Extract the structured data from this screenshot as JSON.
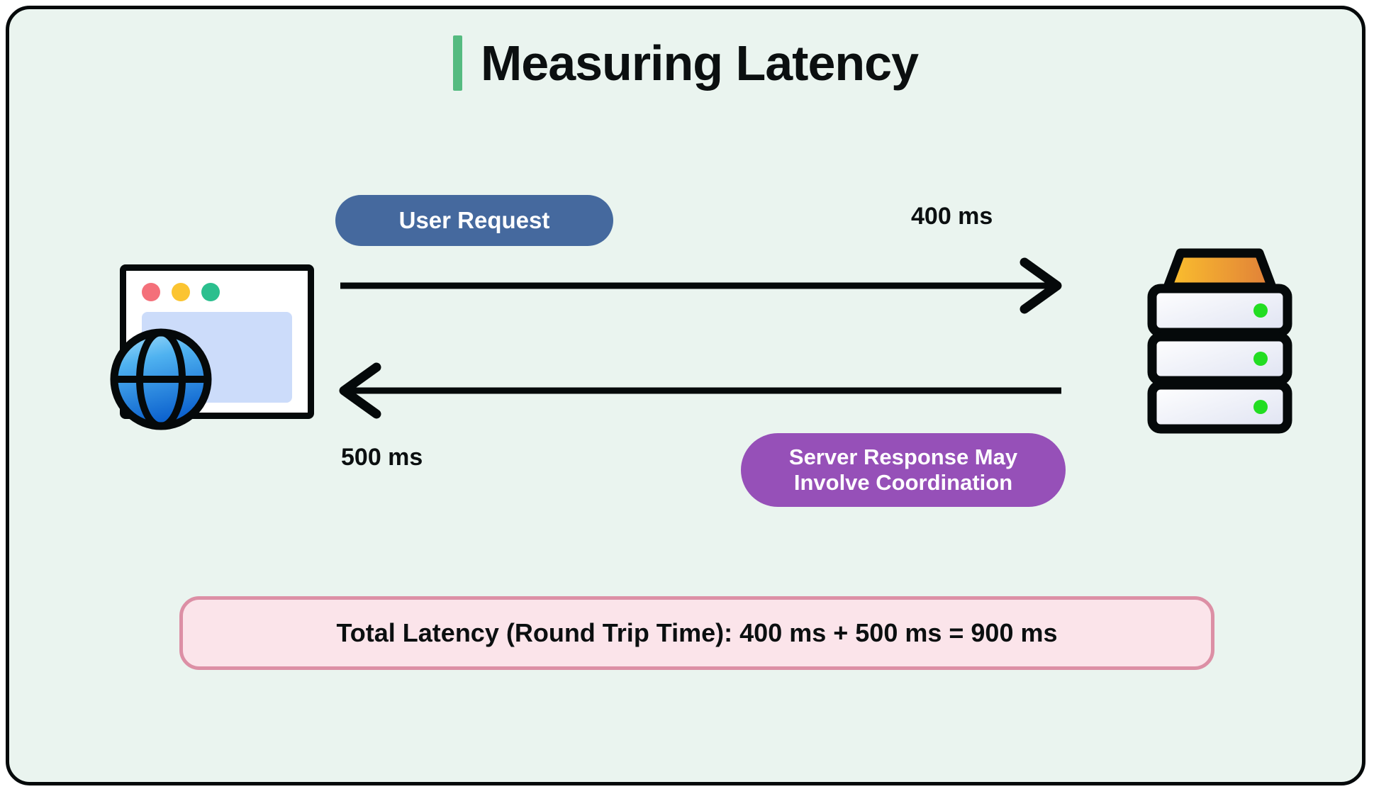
{
  "canvas": {
    "background_color": "#eaf4ef",
    "border_color": "#05090a"
  },
  "header": {
    "title": "Measuring Latency",
    "accent_color": "#55bb80"
  },
  "diagram": {
    "type": "request-response-latency",
    "client": {
      "icon": "browser-window-globe-icon",
      "traffic_lights": [
        "#f4707a",
        "#fbc431",
        "#2bbf8e"
      ],
      "content_color": "#ccdcfa"
    },
    "server": {
      "icon": "server-rack-icon",
      "top_gradient": [
        "#fbc02d",
        "#e8833a"
      ],
      "unit_count": 3,
      "led_color": "#22dd22"
    },
    "flows": [
      {
        "id": "request",
        "label": "User Request",
        "label_color": "#45699e",
        "latency": "400 ms",
        "direction": "client-to-server"
      },
      {
        "id": "response",
        "label": "Server Response May\nInvolve Coordination",
        "label_line1": "Server Response May",
        "label_line2": "Involve Coordination",
        "label_color": "#9650b8",
        "latency": "500 ms",
        "direction": "server-to-client"
      }
    ]
  },
  "summary": {
    "text": "Total Latency (Round Trip Time): 400 ms + 500 ms = 900 ms",
    "background_color": "#fbe4ea",
    "border_color": "#dc8fa5"
  }
}
